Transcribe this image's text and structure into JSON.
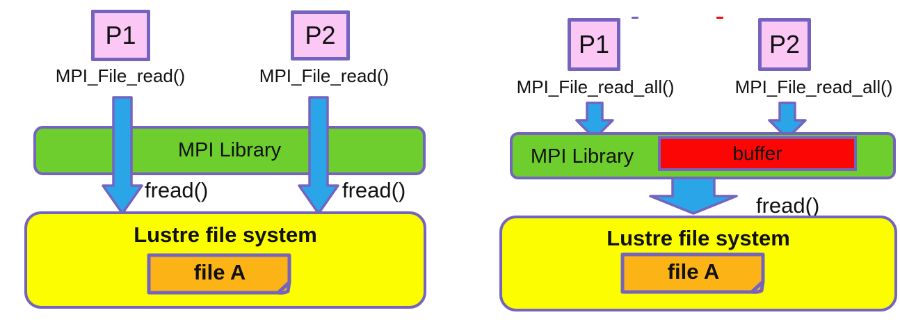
{
  "colors": {
    "pink": "#fbc8f6",
    "purple": "#7464bf",
    "green": "#6dce2d",
    "yellow": "#fcfe00",
    "orange": "#fcb316",
    "red": "#fb0505",
    "blue": "#2aa5e8"
  },
  "left": {
    "p1": "P1",
    "p2": "P2",
    "call_p1": "MPI_File_read()",
    "call_p2": "MPI_File_read()",
    "library": "MPI Library",
    "fread_p1": "fread()",
    "fread_p2": "fread()",
    "filesystem": "Lustre file system",
    "file": "file A"
  },
  "right": {
    "p1": "P1",
    "p2": "P2",
    "call_p1": "MPI_File_read_all()",
    "call_p2": "MPI_File_read_all()",
    "library": "MPI Library",
    "buffer": "buffer",
    "fread": "fread()",
    "filesystem": "Lustre file system",
    "file": "file A"
  }
}
